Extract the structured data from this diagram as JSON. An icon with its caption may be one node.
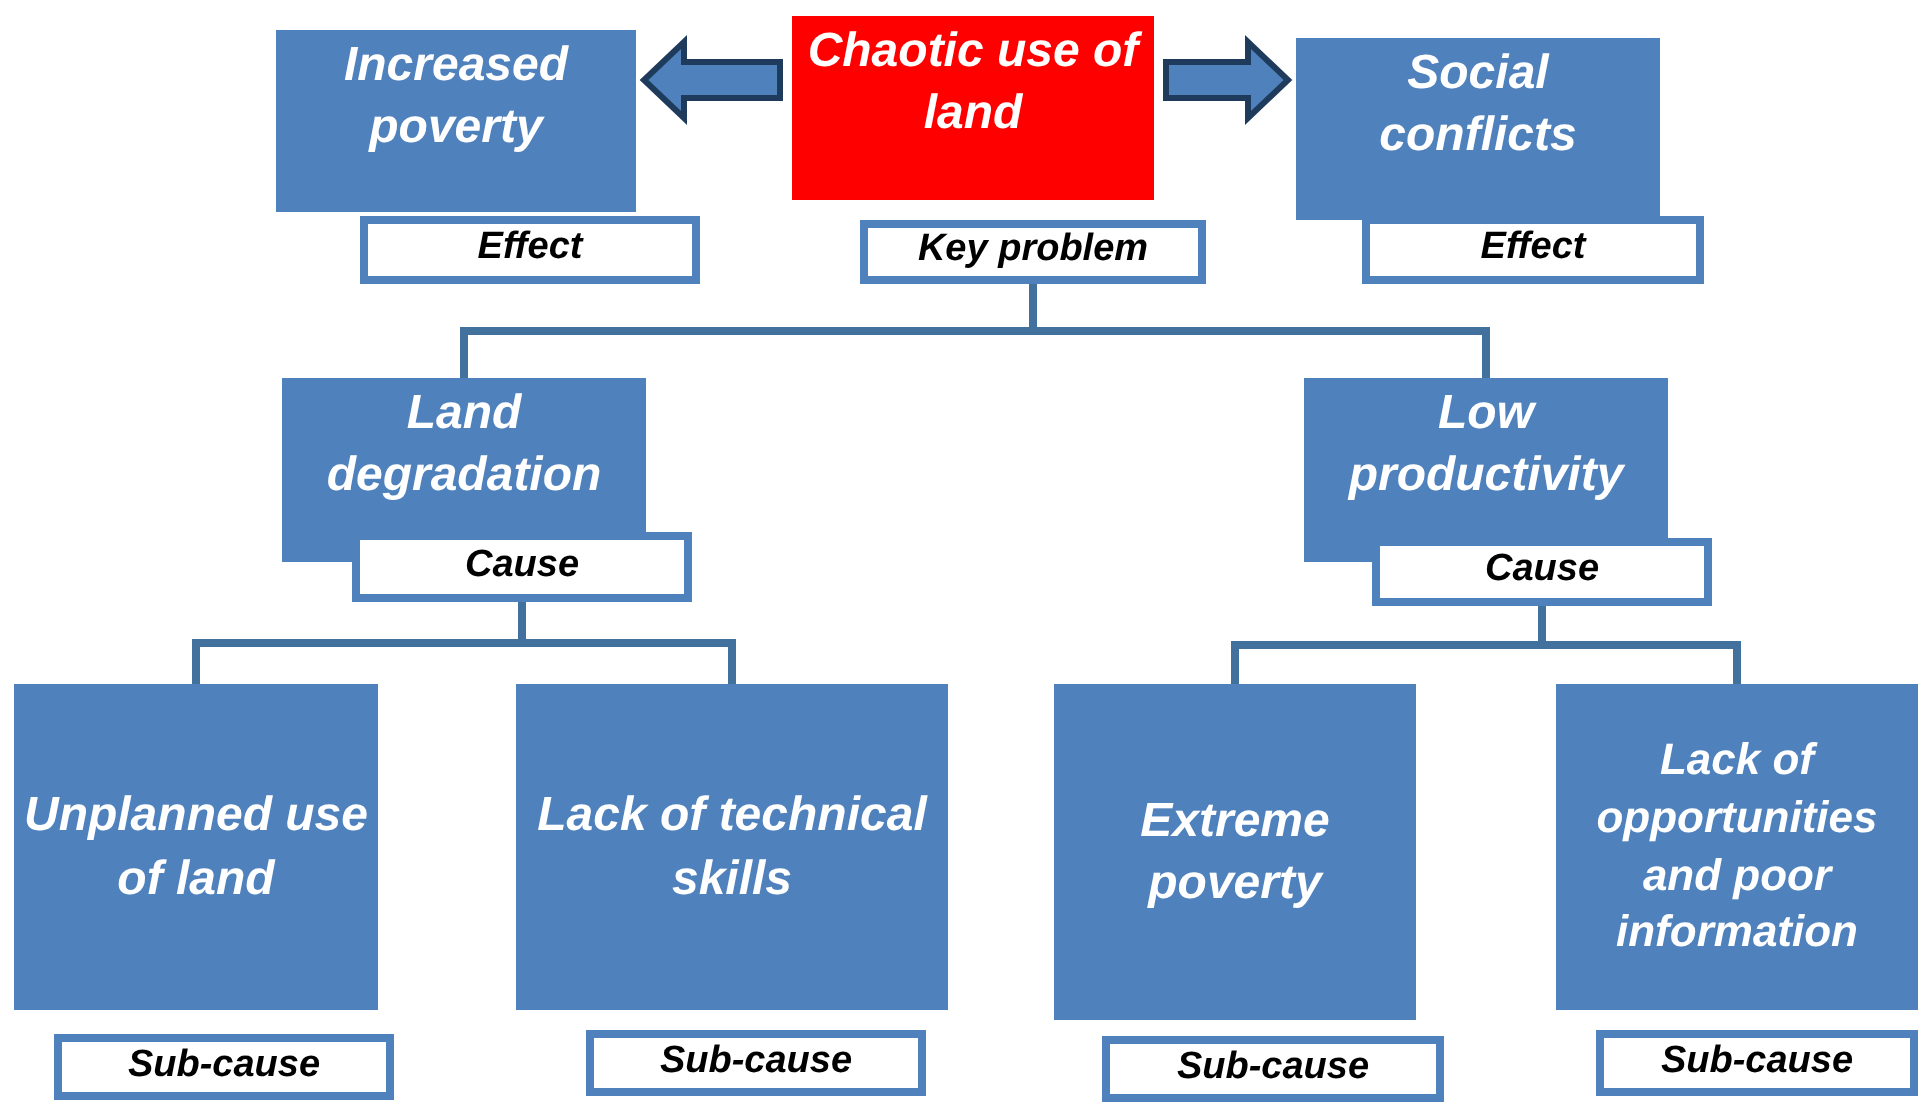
{
  "diagram": {
    "nodes": [
      {
        "text": [
          "Chaotic use of land"
        ]
      },
      {
        "text": [
          "Key problem"
        ]
      },
      {
        "text": [
          "Increased poverty"
        ]
      },
      {
        "text": [
          "Effect"
        ]
      },
      {
        "text": [
          "Social conflicts"
        ]
      },
      {
        "text": [
          "Effect"
        ]
      },
      {
        "text": [
          "Land degradation"
        ]
      },
      {
        "text": [
          "Cause"
        ]
      },
      {
        "text": [
          "Low productivity"
        ]
      },
      {
        "text": [
          "Cause"
        ]
      },
      {
        "text": [
          "Unplanned use of land"
        ]
      },
      {
        "text": [
          "Sub-cause"
        ]
      },
      {
        "text": [
          "Lack of technical skills"
        ]
      },
      {
        "text": [
          "Sub-cause"
        ]
      },
      {
        "text": [
          "Extreme poverty"
        ]
      },
      {
        "text": [
          "Sub-cause"
        ]
      },
      {
        "text": [
          "Lack of opportunities and poor information"
        ]
      },
      {
        "text": [
          "Sub-cause"
        ]
      }
    ],
    "edges": [
      {
        "from": 0,
        "to": 2,
        "arrow": "to",
        "style": "thick"
      },
      {
        "from": 0,
        "to": 4,
        "arrow": "to",
        "style": "thick"
      },
      {
        "from": 1,
        "to": 6,
        "arrow": "none"
      },
      {
        "from": 1,
        "to": 8,
        "arrow": "none"
      },
      {
        "from": 7,
        "to": 10,
        "arrow": "none"
      },
      {
        "from": 7,
        "to": 12,
        "arrow": "none"
      },
      {
        "from": 9,
        "to": 14,
        "arrow": "none"
      },
      {
        "from": 9,
        "to": 16,
        "arrow": "none"
      }
    ]
  }
}
